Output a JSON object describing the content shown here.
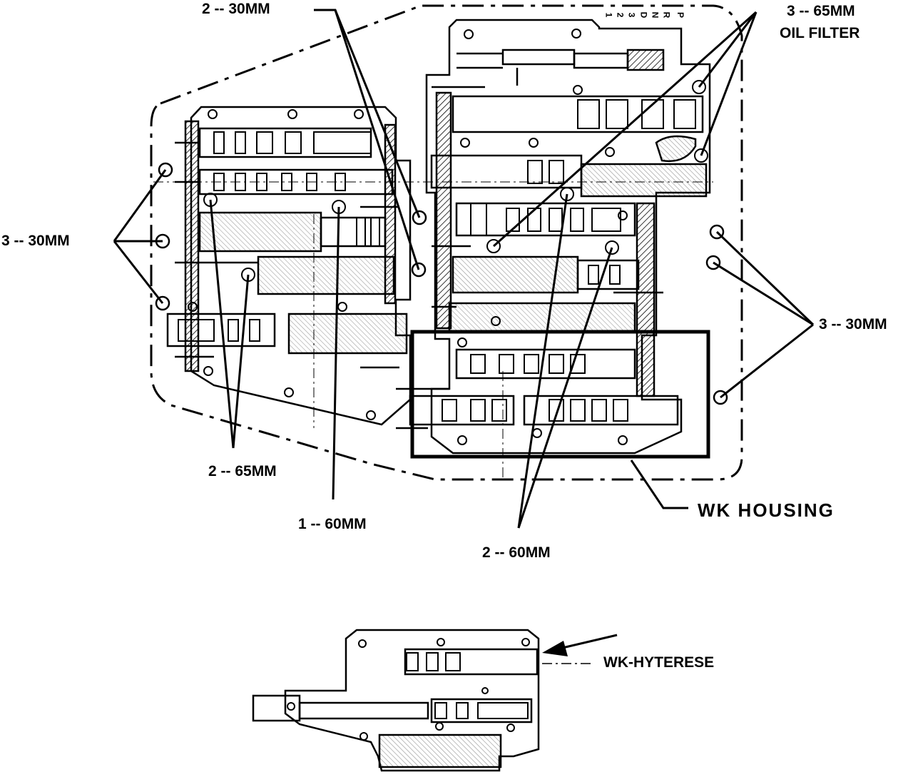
{
  "labels": {
    "top_30mm": "2  --  30MM",
    "top_right_65mm": "3 -- 65MM",
    "oil_filter": "OIL FILTER",
    "left_30mm": "3 -- 30MM",
    "right_30mm": "3 -- 30MM",
    "lower_65mm": "2 -- 65MM",
    "lower_60mm_1": "1 -- 60MM",
    "lower_60mm_2": "2 -- 60MM",
    "wk_housing": "WK  HOUSING",
    "wk_hyterese": "WK-HYTERESE"
  },
  "selector_positions": [
    "P",
    "R",
    "N",
    "D",
    "3",
    "2",
    "1"
  ],
  "colors": {
    "line": "#000000",
    "paper": "#ffffff"
  }
}
